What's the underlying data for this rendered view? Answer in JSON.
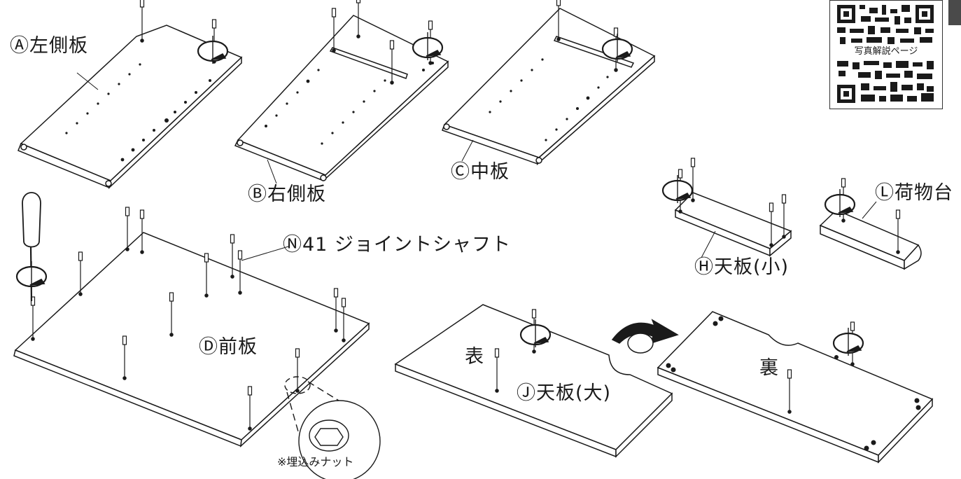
{
  "labels": {
    "a": {
      "mark": "Ⓐ",
      "text": "左側板"
    },
    "b": {
      "mark": "Ⓑ",
      "text": "右側板"
    },
    "c": {
      "mark": "Ⓒ",
      "text": "中板"
    },
    "d": {
      "mark": "Ⓓ",
      "text": "前板"
    },
    "h": {
      "mark": "Ⓗ",
      "text": "天板(小)"
    },
    "l": {
      "mark": "Ⓛ",
      "text": "荷物台"
    },
    "j": {
      "mark": "Ⓙ",
      "text": "天板(大)"
    },
    "n": {
      "mark": "Ⓝ",
      "text": "41 ジョイントシャフト"
    },
    "front": "表",
    "back": "裏",
    "nut_note": "※埋込みナット"
  },
  "qr": {
    "caption": "写真解説ページ"
  },
  "colors": {
    "line": "#1a1a1a",
    "tab": "#4a4a4a"
  }
}
